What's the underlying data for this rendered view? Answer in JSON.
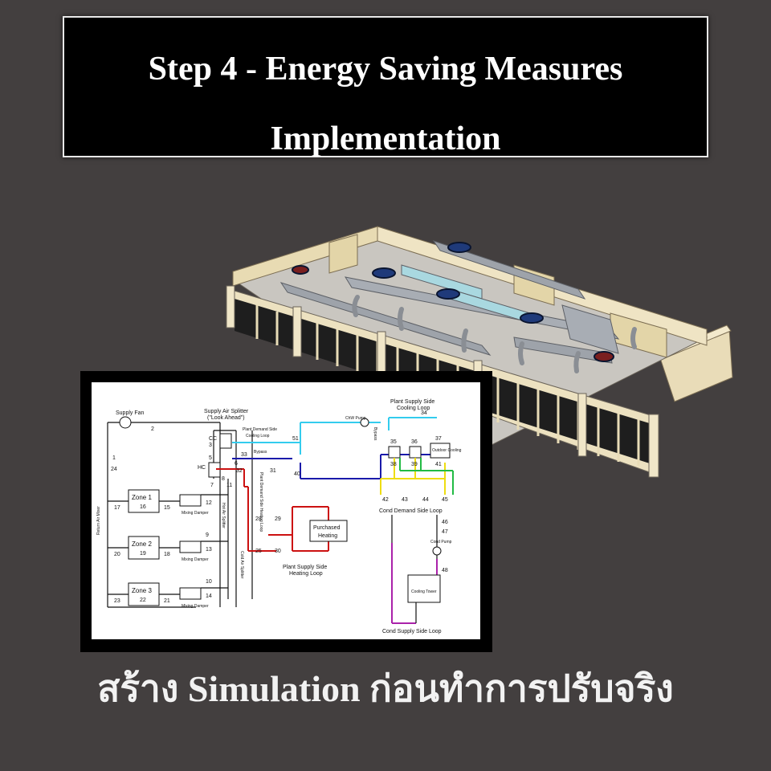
{
  "title": {
    "line1": "Step 4 - Energy Saving Measures",
    "line2": "Implementation"
  },
  "caption": "สร้าง Simulation ก่อนทำการปรับจริง",
  "colors": {
    "background": "#433f3f",
    "title_box": "#000000",
    "cooling_loop": "#33ccee",
    "chilled_supply": "#1a1aaa",
    "heating_loop": "#cc1111",
    "condenser_loop": "#eedd11",
    "cond_supply": "#aa22aa"
  },
  "diagram": {
    "supply_fan": "Supply Fan",
    "supply_air_splitter": "Supply Air Splitter",
    "look_ahead": "(\"Look Ahead\")",
    "cc": "CC",
    "hc": "HC",
    "plant_demand_cooling": "Plant Demand Side",
    "cooling_loop": "Cooling Loop",
    "bypass": "Bypass",
    "plant_demand_heating": "Plant Demand Side Heating Loop",
    "purchased": "Purchased",
    "heating": "Heating",
    "plant_supply_heating": "Plant Supply Side",
    "heating_loop": "Heating Loop",
    "plant_supply_cooling": "Plant Supply Side",
    "cooling_loop_2": "Cooling Loop",
    "chw_pump": "ChW Pump",
    "bypass_2": "Bypass",
    "outdoor_cooling": "Outdoor Cooling",
    "cond_demand_loop": "Cond Demand Side Loop",
    "cond_pump": "Cond Pump",
    "cooling_tower": "Cooling Tower",
    "cond_supply_loop": "Cond Supply Side Loop",
    "return_air_mixer": "Return Air Mixer",
    "hot_air_splitter": "Hot Air Splitter",
    "cold_air_splitter": "Cold Air Splitter",
    "zones": [
      {
        "label": "Zone 1",
        "node": "16",
        "in": "17",
        "out": "15"
      },
      {
        "label": "Zone 2",
        "node": "19",
        "in": "20",
        "out": "18"
      },
      {
        "label": "Zone 3",
        "node": "22",
        "in": "23",
        "out": "21"
      }
    ],
    "mixing_damper": "Mixing Damper",
    "nodes": [
      "2",
      "3",
      "5",
      "6",
      "7",
      "8",
      "11",
      "12",
      "13",
      "14",
      "9",
      "10",
      "24",
      "1",
      "32",
      "33",
      "31",
      "51",
      "40",
      "28",
      "29",
      "25",
      "30",
      "34",
      "35",
      "36",
      "37",
      "38",
      "39",
      "41",
      "42",
      "43",
      "44",
      "45",
      "46",
      "47",
      "48"
    ]
  }
}
